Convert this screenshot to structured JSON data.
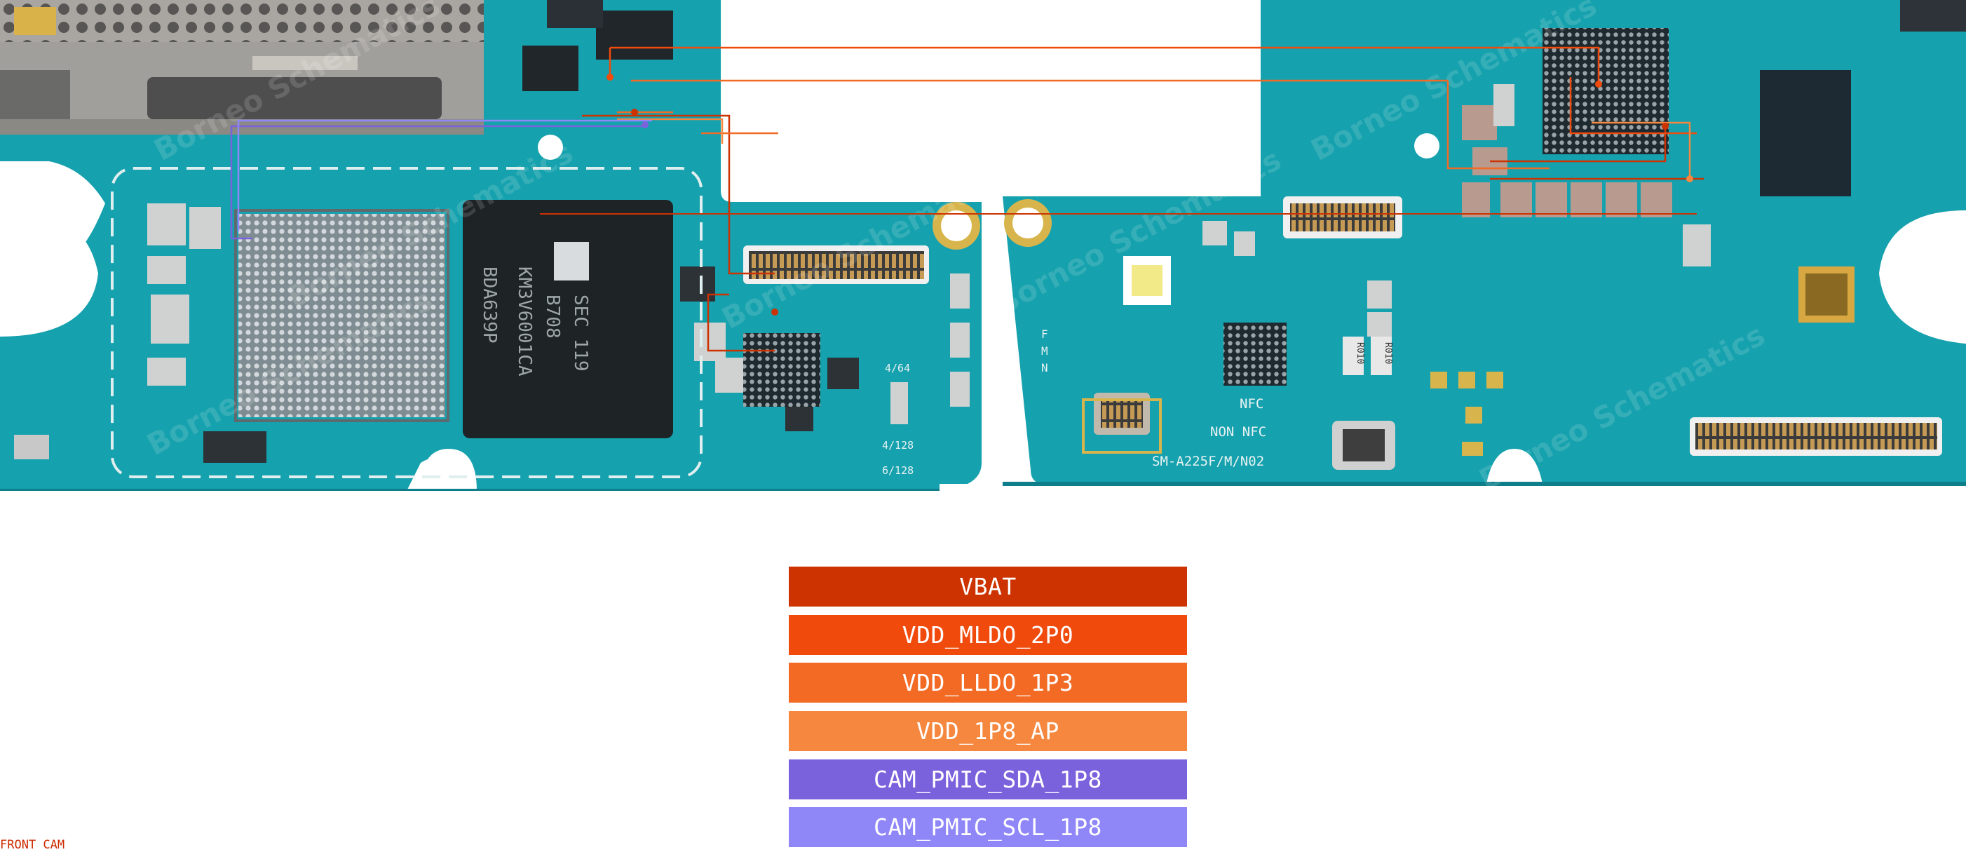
{
  "legend": {
    "items": [
      {
        "label": "VBAT",
        "color": "#cc3300"
      },
      {
        "label": "VDD_MLDO_2P0",
        "color": "#f04a0c"
      },
      {
        "label": "VDD_LLDO_1P3",
        "color": "#f26a24"
      },
      {
        "label": "VDD_1P8_AP",
        "color": "#f5873e"
      },
      {
        "label": "CAM_PMIC_SDA_1P8",
        "color": "#7b62dd"
      },
      {
        "label": "CAM_PMIC_SCL_1P8",
        "color": "#8f86f8"
      }
    ]
  },
  "corner_label": "FRONT CAM",
  "board": {
    "pcb_color": "#15a1ad",
    "silkscreen": {
      "model": "SM-A225F/M/N02",
      "nfc": "NFC",
      "non_nfc": "NON NFC",
      "fmn": "F\nM\nN",
      "mem_1": "4/64",
      "mem_2": "4/128",
      "mem_3": "6/128",
      "chip_1": "SEC 119",
      "chip_2": "B708",
      "chip_3": "KM3V6001CA",
      "chip_4": "BDA639P",
      "r1": "R010",
      "r2": "R010",
      "watermark": "Borneo Schematics"
    }
  }
}
